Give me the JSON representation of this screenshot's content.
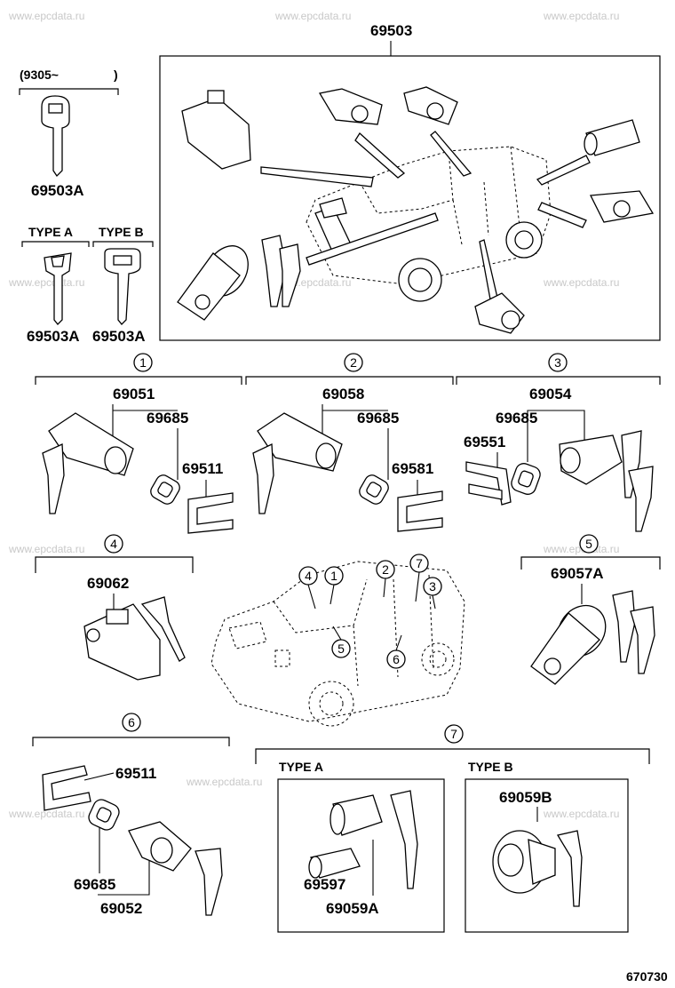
{
  "watermark": "www.epcdata.ru",
  "page_code": "670730",
  "main_assembly": {
    "part_no": "69503"
  },
  "key_blank": {
    "date_range": "(9305~",
    "date_close": ")",
    "part_no": "69503A"
  },
  "key_types": {
    "type_a": {
      "label": "TYPE A",
      "part_no": "69503A"
    },
    "type_b": {
      "label": "TYPE B",
      "part_no": "69503A"
    }
  },
  "groups": [
    {
      "circle": "1",
      "parts": [
        "69051",
        "69685",
        "69511"
      ]
    },
    {
      "circle": "2",
      "parts": [
        "69058",
        "69685",
        "69581"
      ]
    },
    {
      "circle": "3",
      "parts": [
        "69054",
        "69685",
        "69551"
      ]
    },
    {
      "circle": "4",
      "parts": [
        "69062"
      ]
    },
    {
      "circle": "5",
      "parts": [
        "69057A"
      ]
    },
    {
      "circle": "6",
      "parts": [
        "69511",
        "69685",
        "69052"
      ]
    },
    {
      "circle": "7",
      "type_a": {
        "label": "TYPE A",
        "parts": [
          "69597",
          "69059A"
        ]
      },
      "type_b": {
        "label": "TYPE B",
        "parts": [
          "69059B"
        ]
      }
    }
  ],
  "vehicle_callouts": [
    "4",
    "1",
    "2",
    "7",
    "3",
    "5",
    "6"
  ]
}
